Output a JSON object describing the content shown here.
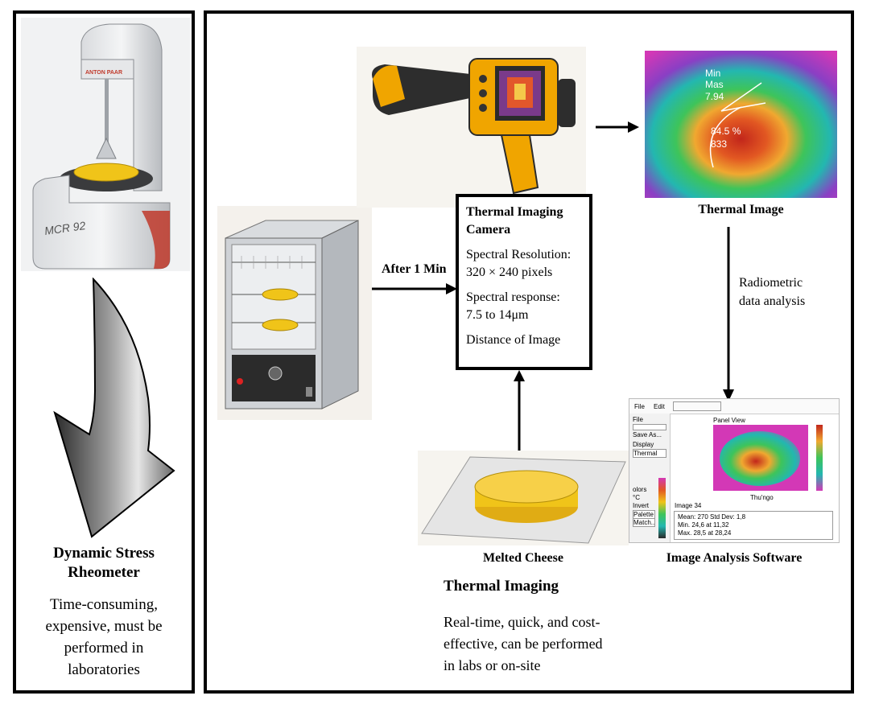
{
  "left_panel": {
    "rheometer_brand": "ANTON PAAR",
    "rheometer_model": "MCR 92",
    "title_line1": "Dynamic Stress",
    "title_line2": "Rheometer",
    "desc_lines": [
      "Time-consuming,",
      "expensive, must be",
      "performed in",
      "laboratories"
    ]
  },
  "right_panel": {
    "arrow_label": "After 1 Min",
    "camera_box": {
      "title_line1": "Thermal Imaging",
      "title_line2": "Camera",
      "spec_res_line1": "Spectral Resolution:",
      "spec_res_line2": "320 × 240 pixels",
      "spec_resp_line1": "Spectral response:",
      "spec_resp_line2": "7.5 to 14μm",
      "distance": "Distance of Image"
    },
    "thermal_image": {
      "caption": "Thermal Image",
      "overlay_min": "Min",
      "overlay_mas": "Mas",
      "overlay_val1": "7.94",
      "overlay_pct": "84.5 %",
      "overlay_val2": "833"
    },
    "radiometric_line1": "Radiometric",
    "radiometric_line2": "data analysis",
    "cheese_caption": "Melted Cheese",
    "software": {
      "caption": "Image Analysis Software",
      "menu_file": "File",
      "menu_edit": "Edit",
      "side_file": "File",
      "side_save": "Save As...",
      "side_display": "Display",
      "side_thermal": "Thermal",
      "side_colors": "olors",
      "side_c": "°C",
      "side_invert": "Invert",
      "side_palette": "Palette",
      "side_match": "Match..",
      "panel_view": "Panel View",
      "panel_label": "Thu'ngo",
      "stat_image": "Image 34",
      "stat_mean": "Mean:  270   Std Dev: 1,8",
      "stat_min": "Min.  24,6 at 11,32",
      "stat_max": "Max.  28,5 at 28,24"
    },
    "section_title": "Thermal Imaging",
    "section_desc_lines": [
      "Real-time, quick, and cost-",
      "effective, can be performed",
      "in labs or on-site"
    ]
  }
}
